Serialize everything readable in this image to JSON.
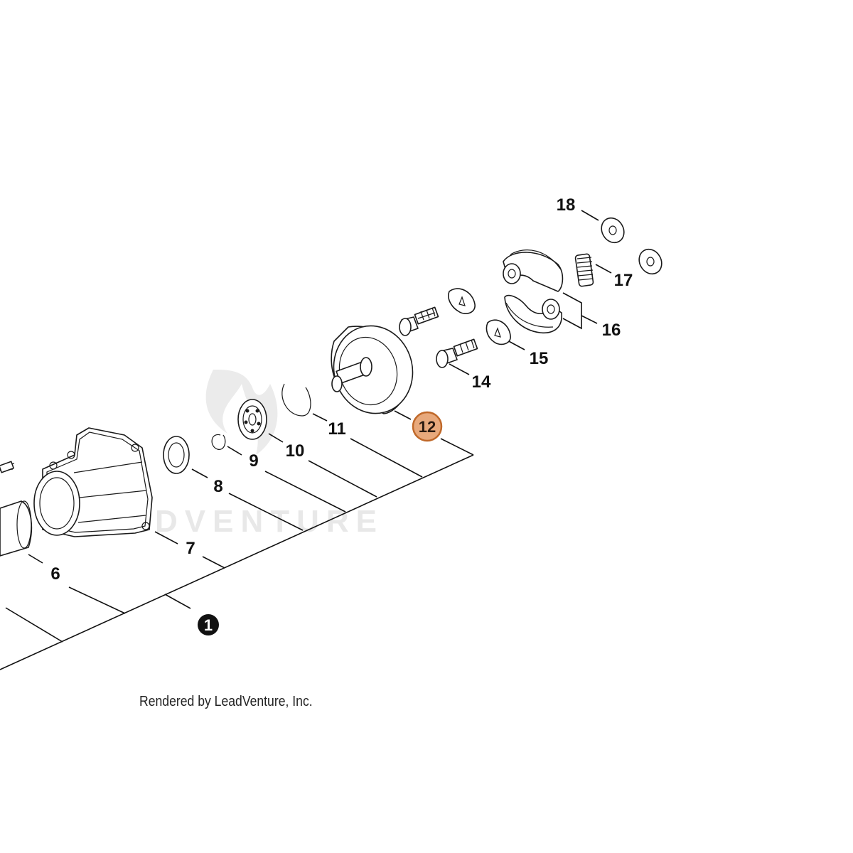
{
  "diagram": {
    "credit": "Rendered by LeadVenture, Inc.",
    "watermark": "LEADVENTURE",
    "highlight_color": "#e8a97c",
    "highlight_stroke": "#c0692a",
    "callouts": [
      {
        "id": "1",
        "label": "1",
        "style": "filled-black"
      },
      {
        "id": "6",
        "label": "6"
      },
      {
        "id": "7",
        "label": "7"
      },
      {
        "id": "8",
        "label": "8"
      },
      {
        "id": "9",
        "label": "9"
      },
      {
        "id": "10",
        "label": "10"
      },
      {
        "id": "11",
        "label": "11"
      },
      {
        "id": "12",
        "label": "12",
        "style": "highlighted"
      },
      {
        "id": "14",
        "label": "14"
      },
      {
        "id": "15",
        "label": "15"
      },
      {
        "id": "16",
        "label": "16"
      },
      {
        "id": "17",
        "label": "17"
      },
      {
        "id": "18",
        "label": "18"
      }
    ]
  }
}
